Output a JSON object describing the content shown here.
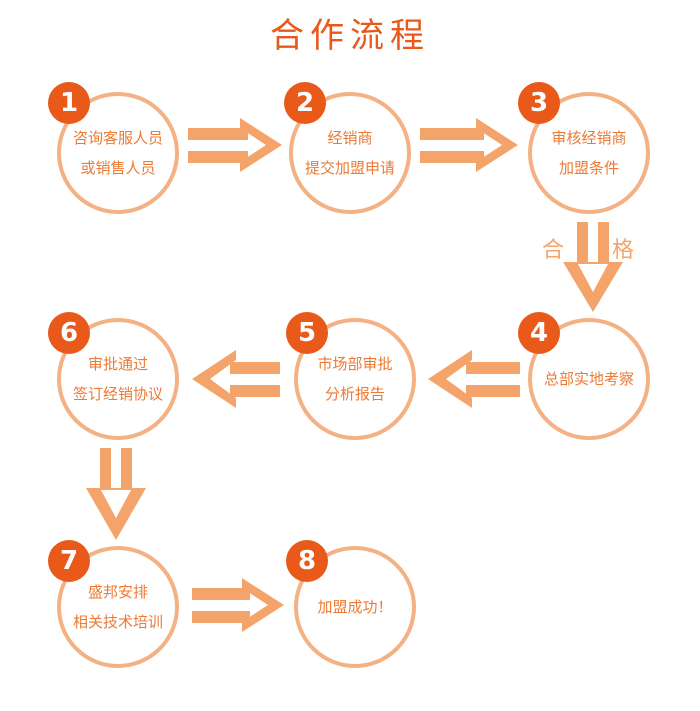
{
  "title": "合作流程",
  "colors": {
    "accent": "#e8591a",
    "circle_border": "#f4b183",
    "arrow": "#f4a46a",
    "text": "#ec7a35"
  },
  "steps": [
    {
      "number": "1",
      "line1": "咨询客服人员",
      "line2": "或销售人员"
    },
    {
      "number": "2",
      "line1": "经销商",
      "line2": "提交加盟申请"
    },
    {
      "number": "3",
      "line1": "审核经销商",
      "line2": "加盟条件"
    },
    {
      "number": "4",
      "line1": "总部实地考察",
      "line2": ""
    },
    {
      "number": "5",
      "line1": "市场部审批",
      "line2": "分析报告"
    },
    {
      "number": "6",
      "line1": "审批通过",
      "line2": "签订经销协议"
    },
    {
      "number": "7",
      "line1": "盛邦安排",
      "line2": "相关技术培训"
    },
    {
      "number": "8",
      "line1": "加盟成功！",
      "line2": ""
    }
  ],
  "pass_label": {
    "left": "合",
    "right": "格"
  }
}
